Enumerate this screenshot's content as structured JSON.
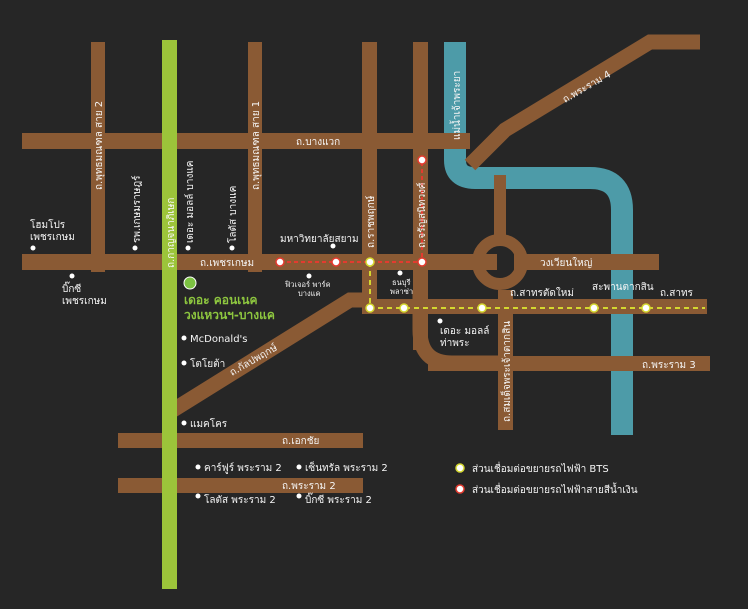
{
  "colors": {
    "background": "#262626",
    "road": "#8a5a34",
    "main_road": "#9cc43a",
    "river": "#4d9ba8",
    "bts_line": "#d4d72f",
    "mrt_line": "#e33b2f",
    "marker": "#ffffff",
    "project_marker": "#7cc242"
  },
  "roads": {
    "kanlapaphruek_main": "ถ.กาญจนาภิเษก",
    "bang_waek": "ถ.บางแวก",
    "phetkasem": "ถ.เพชรเกษม",
    "phutthamonthon_2": "ถ.พุทธมณฑล สาย 2",
    "phutthamonthon_1": "ถ.พุทธมณฑล สาย 1",
    "ratchaphruek": "ถ.ราชพฤกษ์",
    "charansanitwong": "ถ.จรัญสนิทวงศ์",
    "rama_4": "ถ.พระราม 4",
    "wongwian_yai": "วงเวียนใหญ่",
    "sathon": "ถ.สาทร",
    "sathon_tat_mai": "ถ.สาทรตัดใหม่",
    "saphan_taksin": "สะพานตากสิน",
    "kanlapaphruek": "ถ.กัลปพฤกษ์",
    "somdet_phra_chao_taksin": "ถ.สมเด็จพระเจ้าตากสิน",
    "rama_3": "ถ.พระราม 3",
    "ekkachai": "ถ.เอกชัย",
    "rama_2": "ถ.พระราม 2",
    "chao_phraya": "แม่น้ำเจ้าพระยา"
  },
  "places": {
    "homepro": "โฮมโปร\nเพชรเกษม",
    "big_c_phetkasem": "บิ๊กซี\nเพชรเกษม",
    "kasemrad": "รพ.เกษมราษฎร์",
    "the_mall_bangkhae": "เดอะ มอลล์ บางแค",
    "lotus_bangkhae": "โลตัส บางแค",
    "siam_university": "มหาวิทยาลัยสยาม",
    "future_park": "ฟิวเจอร์ พาร์ค\nบางแค",
    "thonburi_plaza": "ธนบุรี\nพลาซ่า",
    "the_mall_thapra": "เดอะ มอลล์\nท่าพระ",
    "mcdonalds": "McDonald's",
    "toyota": "โตโยต้า",
    "makro": "แมคโคร",
    "carrefour": "คาร์ฟูร์ พระราม 2",
    "central": "เซ็นทรัล พระราม 2",
    "lotus_rama2": "โลตัส พระราม 2",
    "big_c_rama2": "บิ๊กซี พระราม 2"
  },
  "project": {
    "line1": "เดอะ คอนเนค",
    "line2": "วงแหวนฯ-บางแค"
  },
  "legend": {
    "bts": "ส่วนเชื่อมต่อขยายรถไฟฟ้า BTS",
    "mrt": "ส่วนเชื่อมต่อขยายรถไฟฟ้าสายสีน้ำเงิน"
  }
}
